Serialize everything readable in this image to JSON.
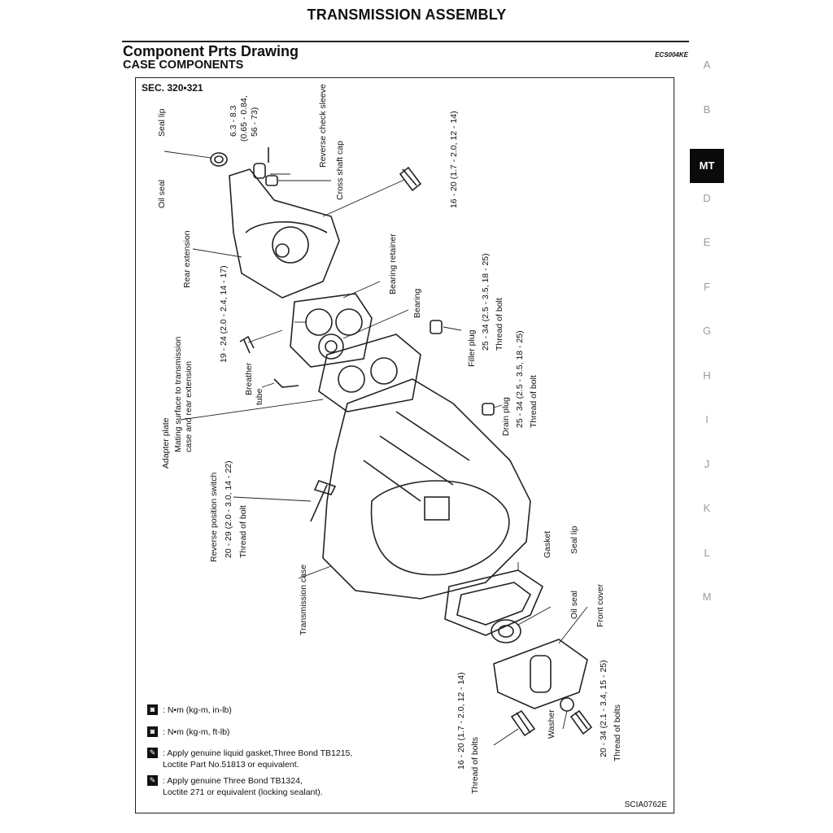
{
  "page_title": "TRANSMISSION ASSEMBLY",
  "section": {
    "title": "Component  Prts Drawing",
    "subtitle": "CASE COMPONENTS",
    "code": "ECS004KE"
  },
  "figure": {
    "sec_label": "SEC. 320•321",
    "figure_code": "SCIA0762E",
    "callouts": {
      "oil_seal_top": "Oil seal",
      "seal_lip_top": "Seal lip",
      "torque_top_a": "6.3 - 8.3",
      "torque_top_b": "(0.65 - 0.84,",
      "torque_top_c": "56 - 73)",
      "reverse_check_sleeve": "Reverse check sleeve",
      "cross_shaft_cap": "Cross shaft cap",
      "torque_16_20_top": "16 - 20 (1.7 - 2.0, 12 - 14)",
      "rear_extension": "Rear extension",
      "bearing_retainer": "Bearing retainer",
      "bearing": "Bearing",
      "torque_19_24": "19 - 24 (2.0 - 2.4, 14 - 17)",
      "mating_surface_a": "Mating surface to transmission",
      "mating_surface_b": "case and rear extension",
      "adapter_plate": "Adapter plate",
      "breather_tube_a": "Breather",
      "breather_tube_b": "tube",
      "filler_plug": "Filler plug",
      "torque_25_34_filler": "25 - 34 (2.5 - 3.5, 18 - 25)",
      "thread_of_bolt_filler": "Thread of bolt",
      "drain_plug": "Drain plug",
      "torque_25_34_drain": "25 - 34 (2.5 - 3.5, 18 - 25)",
      "thread_of_bolt_drain": "Thread of bolt",
      "reverse_position_switch": "Reverse position switch",
      "torque_20_29": "20 - 29 (2.0 - 3.0, 14 - 22)",
      "thread_of_bolt_switch": "Thread of bolt",
      "transmission_case": "Transmission case",
      "gasket": "Gasket",
      "seal_lip_right": "Seal lip",
      "oil_seal_right": "Oil seal",
      "front_cover": "Front cover",
      "torque_20_34": "20 - 34 (2.1 - 3.4, 15 - 25)",
      "thread_of_bolts_right": "Thread of bolts",
      "washer": "Washer",
      "torque_16_20_bottom": "16 - 20 (1.7 - 2.0, 12 - 14)",
      "thread_of_bolts_bottom": "Thread of bolts"
    },
    "legend": [
      {
        "symbol": "N•m",
        "text": ": N•m  (kg-m,  in-lb)"
      },
      {
        "symbol": "N•m",
        "text": ": N•m  (kg-m,  ft-lb)"
      },
      {
        "symbol": "/",
        "text": ": Apply genuine liquid gasket,Three Bond TB1215,",
        "text2": "Loctite Part No.51813 or equivalent."
      },
      {
        "symbol": "/★",
        "text": ": Apply genuine Three Bond TB1324,",
        "text2": "Loctite 271 or equivalent (locking sealant)."
      }
    ]
  },
  "side_index": [
    "A",
    "B",
    "MT",
    "D",
    "E",
    "F",
    "G",
    "H",
    "I",
    "J",
    "K",
    "L",
    "M"
  ],
  "side_index_active": "MT"
}
